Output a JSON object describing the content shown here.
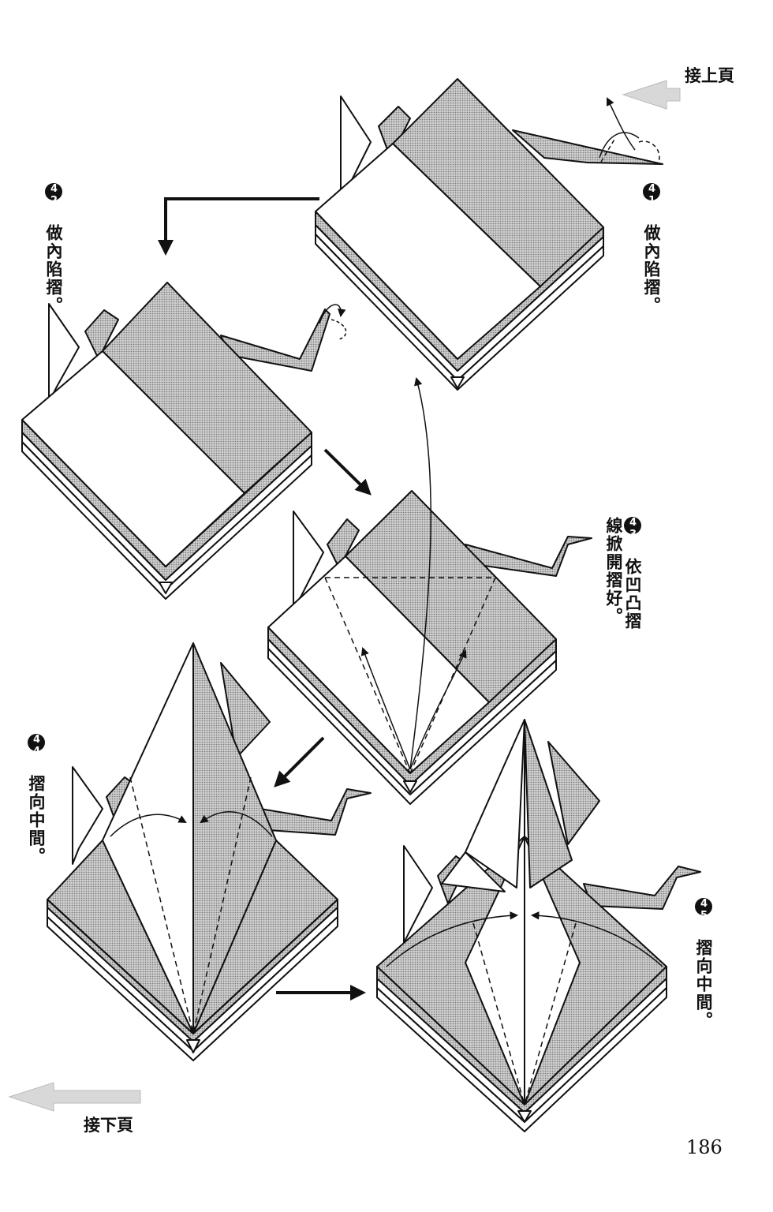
{
  "nav": {
    "continue_from_prev": "接上頁",
    "continue_to_next": "接下頁"
  },
  "page_number": "186",
  "steps": [
    {
      "number": "41",
      "text": "做內陷摺。"
    },
    {
      "number": "42",
      "text": "做內陷摺。"
    },
    {
      "number": "43",
      "text": "依凹凸摺線掀開摺好。"
    },
    {
      "number": "44",
      "text": "摺向中間。"
    },
    {
      "number": "45",
      "text": "摺向中間。"
    }
  ],
  "colors": {
    "shade": "#b8b8b8",
    "ink": "#111111",
    "paper": "#ffffff",
    "nav_arrow": "#d8d8d8"
  }
}
